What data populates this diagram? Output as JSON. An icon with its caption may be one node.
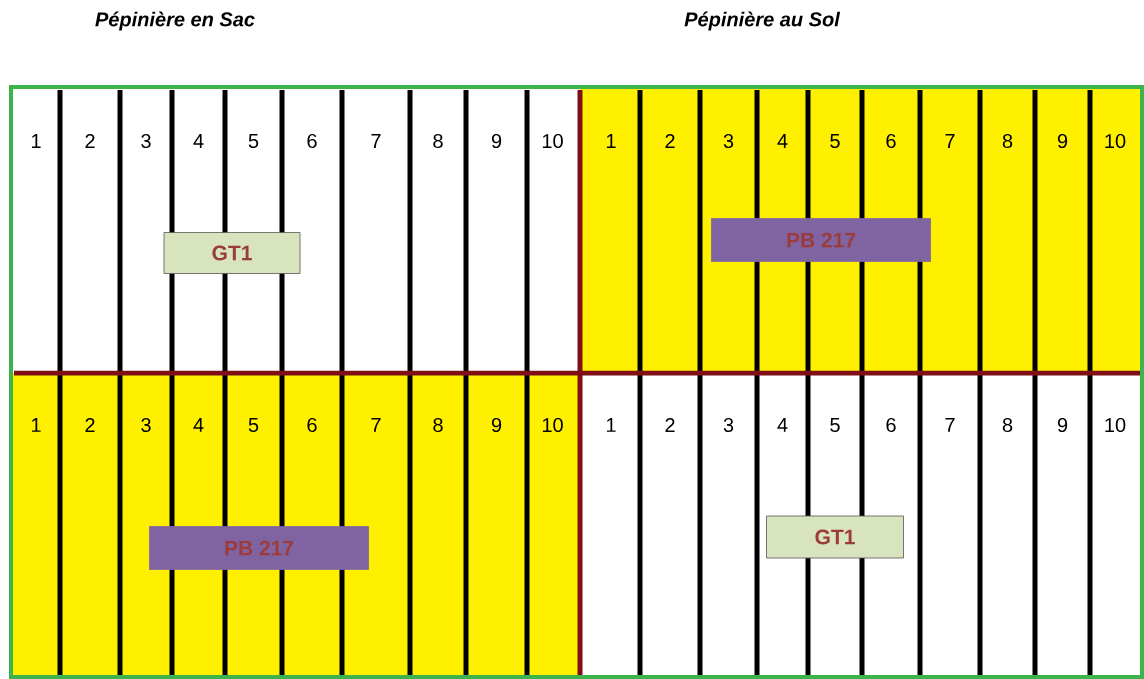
{
  "diagram": {
    "nodes": [
      {
        "text": [
          "GT1"
        ]
      },
      {
        "text": [
          "PB 217"
        ]
      },
      {
        "text": [
          "PB 217"
        ]
      },
      {
        "text": [
          "GT1"
        ]
      }
    ],
    "edges": [],
    "labels": [
      "Pépinière en Sac",
      "Pépinière au Sol",
      "1",
      "2",
      "3",
      "4",
      "5",
      "6",
      "7",
      "8",
      "9",
      "10",
      "1",
      "2",
      "3",
      "4",
      "5",
      "6",
      "7",
      "8",
      "9",
      "10",
      "1",
      "2",
      "3",
      "4",
      "5",
      "6",
      "7",
      "8",
      "9",
      "10",
      "1",
      "2",
      "3",
      "4",
      "5",
      "6",
      "7",
      "8",
      "9",
      "10"
    ]
  }
}
